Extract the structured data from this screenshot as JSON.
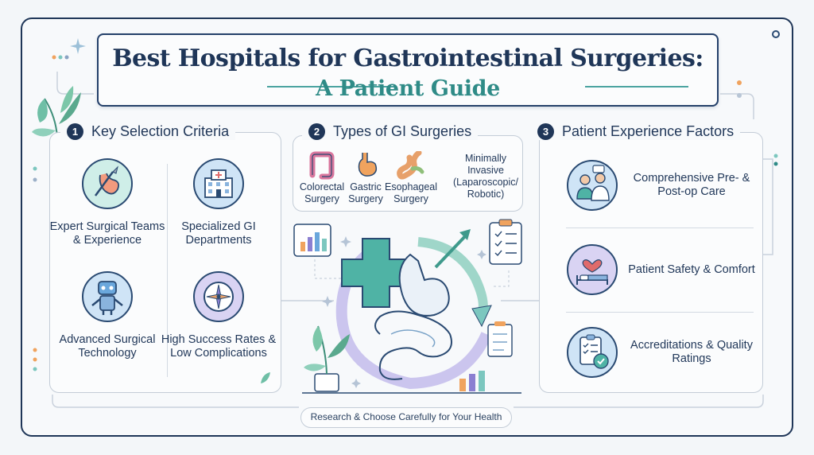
{
  "title": {
    "line1": "Best Hospitals for Gastrointestinal Surgeries:",
    "line2": "A Patient Guide"
  },
  "sections": {
    "criteria": {
      "number": "1",
      "heading": "Key Selection Criteria",
      "items": [
        {
          "label": "Expert Surgical Teams & Experience",
          "icon": "stomach-scalpel-icon"
        },
        {
          "label": "Specialized GI Departments",
          "icon": "hospital-building-icon"
        },
        {
          "label": "Advanced Surgical Technology",
          "icon": "surgical-robot-icon"
        },
        {
          "label": "High Success Rates & Low Complications",
          "icon": "compass-icon"
        }
      ]
    },
    "surgeries": {
      "number": "2",
      "heading": "Types of GI Surgeries",
      "items": [
        {
          "label": "Colorectal Surgery",
          "icon": "colon-icon"
        },
        {
          "label": "Gastric Surgery",
          "icon": "stomach-icon"
        },
        {
          "label": "Esophageal Surgery",
          "icon": "esophagus-icon"
        },
        {
          "label": "Minimally Invasive (Laparoscopic/ Robotic)",
          "icon": "none"
        }
      ]
    },
    "experience": {
      "number": "3",
      "heading": "Patient Experience Factors",
      "items": [
        {
          "label": "Comprehensive Pre- & Post-op Care",
          "icon": "doctor-patient-icon"
        },
        {
          "label": "Patient Safety & Comfort",
          "icon": "hospital-bed-heart-icon"
        },
        {
          "label": "Accreditations & Quality Ratings",
          "icon": "checklist-badge-icon"
        }
      ]
    }
  },
  "footer": "Research & Choose Carefully for Your Health",
  "colors": {
    "navy": "#1f3658",
    "teal": "#2f8b87",
    "light_teal": "#7cc7bf",
    "purple": "#8b7fd1",
    "orange": "#f0a35e"
  }
}
